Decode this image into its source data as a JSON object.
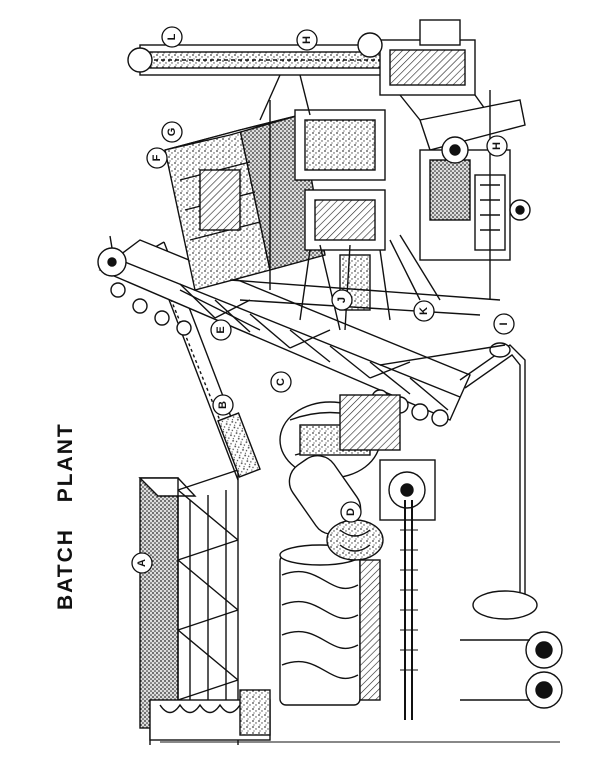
{
  "title": "BATCH PLANT",
  "colors": {
    "ink": "#111111",
    "paper": "#ffffff",
    "stipple": "#444444"
  },
  "callouts": [
    {
      "id": "A",
      "label": "A"
    },
    {
      "id": "B",
      "label": "B"
    },
    {
      "id": "C",
      "label": "C"
    },
    {
      "id": "D",
      "label": "D"
    },
    {
      "id": "E",
      "label": "E"
    },
    {
      "id": "F",
      "label": "F"
    },
    {
      "id": "G",
      "label": "G"
    },
    {
      "id": "H1",
      "label": "H"
    },
    {
      "id": "H2",
      "label": "H"
    },
    {
      "id": "I",
      "label": "I"
    },
    {
      "id": "J",
      "label": "J"
    },
    {
      "id": "K",
      "label": "K"
    },
    {
      "id": "L",
      "label": "L"
    }
  ]
}
